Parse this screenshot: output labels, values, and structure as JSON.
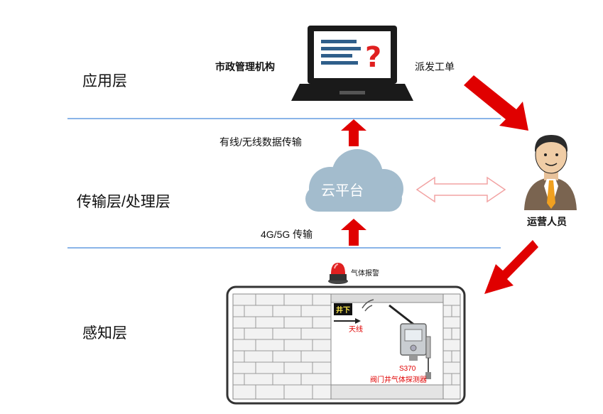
{
  "layers": {
    "application": "应用层",
    "transmission": "传输层/处理层",
    "perception": "感知层"
  },
  "nodes": {
    "org": "市政管理机构",
    "dispatch": "派发工单",
    "wired_wireless": "有线/无线数据传输",
    "cloud": "云平台",
    "cellular": "4G/5G 传输",
    "operator": "运营人员",
    "gas_alarm": "气体报警",
    "underground": "井下",
    "antenna": "天线",
    "detector_model": "S370",
    "detector_name": "阀门井气体探测器"
  },
  "colors": {
    "arrow_red": "#e00000",
    "divider_blue": "#8ab4e8",
    "cloud_blue": "#a3bccd",
    "screen_blue": "#2f5e8a"
  }
}
